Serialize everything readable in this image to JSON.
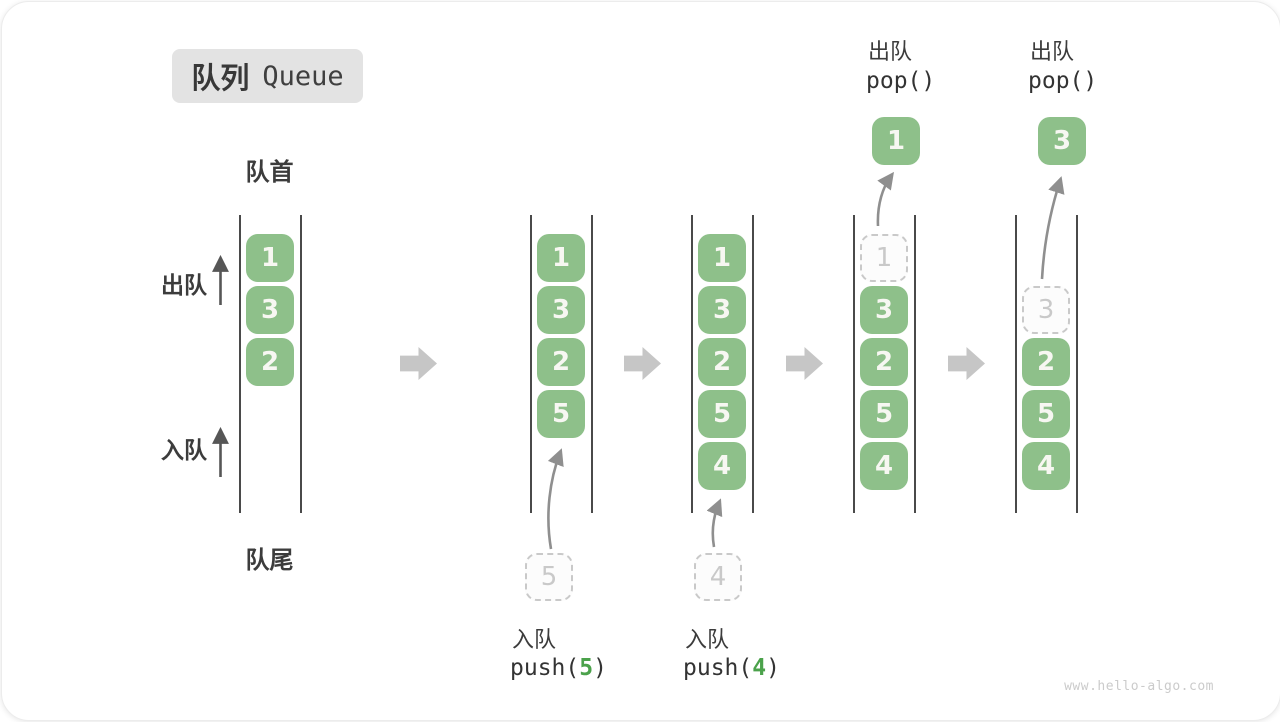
{
  "title": {
    "zh": "队列",
    "en": "Queue"
  },
  "side_labels": {
    "front": "队首",
    "rear": "队尾",
    "dequeue": "出队",
    "enqueue": "入队"
  },
  "columns": [
    {
      "boxes": [
        "1",
        "3",
        "2"
      ]
    },
    {
      "boxes": [
        "1",
        "3",
        "2",
        "5"
      ],
      "incoming": "5"
    },
    {
      "boxes": [
        "1",
        "3",
        "2",
        "5",
        "4"
      ],
      "incoming": "4"
    },
    {
      "ghost": "1",
      "boxes": [
        "3",
        "2",
        "5",
        "4"
      ],
      "popped": "1"
    },
    {
      "ghost": "3",
      "boxes": [
        "2",
        "5",
        "4"
      ],
      "popped": "3"
    }
  ],
  "operations": {
    "push_5": {
      "label": "入队",
      "fn_open": "push(",
      "arg": "5",
      "fn_close": ")"
    },
    "push_4": {
      "label": "入队",
      "fn_open": "push(",
      "arg": "4",
      "fn_close": ")"
    },
    "pop_first": {
      "label": "出队",
      "code": "pop()"
    },
    "pop_second": {
      "label": "出队",
      "code": "pop()"
    }
  },
  "icons": {
    "flow_arrow": "block-right-arrow",
    "enqueue_arrow": "up-arrow",
    "dequeue_arrow": "up-arrow"
  },
  "watermark": "www.hello-algo.com",
  "colors": {
    "box_green": "#8EC08A",
    "box_text": "#F7F7F2",
    "accent_green": "#4BA24B",
    "ghost_gray": "#C9C9C9",
    "flow_arrow_gray": "#C6C6C6",
    "curve_arrow_gray": "#8F8F8F",
    "line_dark": "#4A4A4A",
    "text_dark": "#3C3C3C",
    "badge_bg": "#E3E3E3",
    "watermark_gray": "#CBCBCB"
  }
}
